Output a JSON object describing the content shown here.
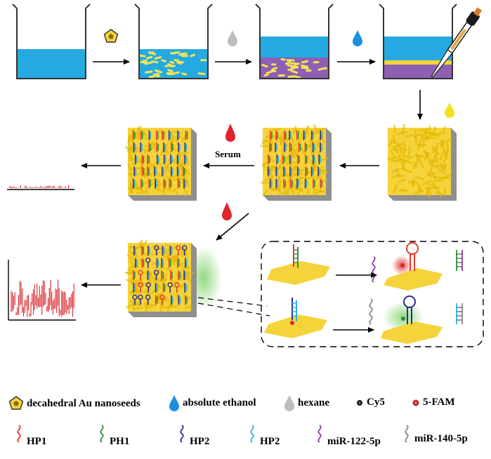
{
  "diagram": {
    "serum_label": "Serum",
    "colors": {
      "water": "#25a9e0",
      "gold": "#f5d33a",
      "gold_dark": "#e2b400",
      "purple": "#8e5fb3",
      "hexane_drop": "#bdbdbd",
      "ethanol_drop": "#1d8fe0",
      "serum_drop": "#e0232b",
      "hp1": "#e8382b",
      "ph1": "#2f8f3a",
      "hp2_dark": "#2a2f8f",
      "hp2_light": "#2bb2e6",
      "mir122": "#8a3f9e",
      "mir140": "#8a8a8a",
      "signal_red": "#d8262c"
    }
  },
  "legend": {
    "row1": [
      {
        "icon": "pentagon-seed-icon",
        "label": "decahedral Au nanoseeds"
      },
      {
        "icon": "ethanol-drop-icon",
        "label": "absolute ethanol"
      },
      {
        "icon": "hexane-drop-icon",
        "label": "hexane"
      },
      {
        "icon": "cy5-dot-icon",
        "label": "Cy5"
      },
      {
        "icon": "fam-dot-icon",
        "label": "5-FAM"
      }
    ],
    "row2": [
      {
        "icon": "hp1-strand-icon",
        "label": "HP1",
        "color": "#e8382b"
      },
      {
        "icon": "ph1-strand-icon",
        "label": "PH1",
        "color": "#2f8f3a"
      },
      {
        "icon": "hp2-strand-icon",
        "label": "HP2",
        "color": "#2a2f8f"
      },
      {
        "icon": "hp2-strand-icon",
        "label": "HP2",
        "color": "#2bb2e6"
      },
      {
        "icon": "mir122-strand-icon",
        "label": "miR-122-5p",
        "color": "#8a3f9e"
      },
      {
        "icon": "mir140-strand-icon",
        "label": "miR-140-5p",
        "color": "#8a8a8a"
      }
    ]
  }
}
